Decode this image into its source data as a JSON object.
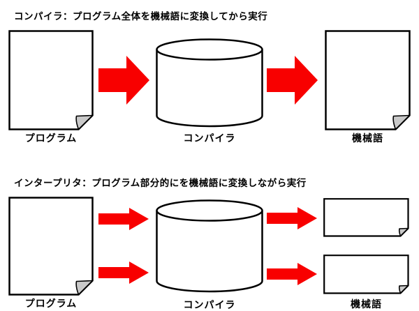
{
  "colors": {
    "arrow": "#f80000",
    "fold": "#c9c9c9",
    "outline": "#000000",
    "background": "#ffffff",
    "text": "#000000"
  },
  "sections": {
    "compiler": {
      "title": "コンパイラ：プログラム全体を機械語に変換してから実行",
      "source_label": "プログラム",
      "processor_label": "コンパイラ",
      "output_label": "機械語"
    },
    "interpreter": {
      "title": "インタープリタ：プログラム部分的にを機械語に変換しながら実行",
      "source_label": "プログラム",
      "processor_label": "コンパイラ",
      "output_label": "機械語"
    }
  }
}
